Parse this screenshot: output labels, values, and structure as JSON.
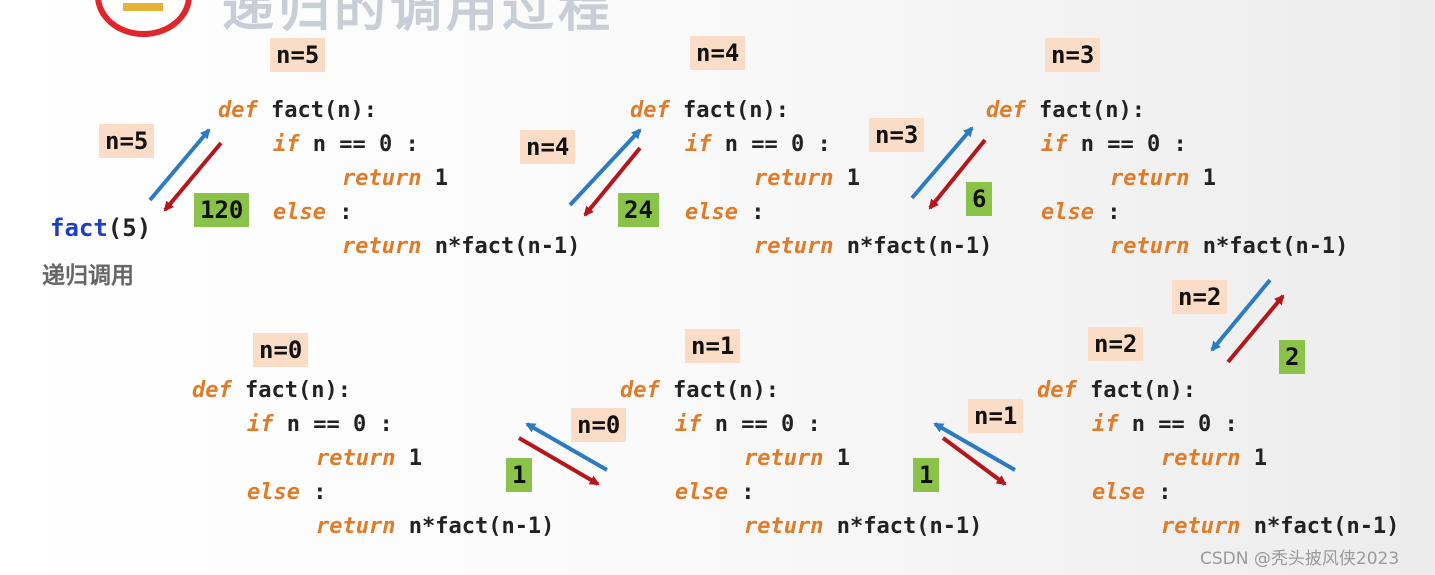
{
  "title": "递归的调用过程",
  "call": {
    "fn": "fact",
    "arg": "(5)",
    "caption": "递归调用"
  },
  "frames": [
    {
      "label": "n=5",
      "lines": [
        [
          "def",
          " fact(n):"
        ],
        [
          "if",
          " n == 0 :"
        ],
        [
          "return",
          " 1"
        ],
        [
          "else",
          " :"
        ],
        [
          "return",
          " n*fact(n-1)"
        ]
      ]
    },
    {
      "label": "n=4",
      "lines": [
        [
          "def",
          " fact(n):"
        ],
        [
          "if",
          " n == 0 :"
        ],
        [
          "return",
          " 1"
        ],
        [
          "else",
          " :"
        ],
        [
          "return",
          " n*fact(n-1)"
        ]
      ]
    },
    {
      "label": "n=3",
      "lines": [
        [
          "def",
          " fact(n):"
        ],
        [
          "if",
          " n == 0 :"
        ],
        [
          "return",
          " 1"
        ],
        [
          "else",
          " :"
        ],
        [
          "return",
          " n*fact(n-1)"
        ]
      ]
    },
    {
      "label": "n=0",
      "lines": [
        [
          "def",
          " fact(n):"
        ],
        [
          "if",
          " n == 0 :"
        ],
        [
          "return",
          " 1"
        ],
        [
          "else",
          " :"
        ],
        [
          "return",
          " n*fact(n-1)"
        ]
      ]
    },
    {
      "label": "n=1",
      "lines": [
        [
          "def",
          " fact(n):"
        ],
        [
          "if",
          " n == 0 :"
        ],
        [
          "return",
          " 1"
        ],
        [
          "else",
          " :"
        ],
        [
          "return",
          " n*fact(n-1)"
        ]
      ]
    },
    {
      "label": "n=2",
      "lines": [
        [
          "def",
          " fact(n):"
        ],
        [
          "if",
          " n == 0 :"
        ],
        [
          "return",
          " 1"
        ],
        [
          "else",
          " :"
        ],
        [
          "return",
          " n*fact(n-1)"
        ]
      ]
    }
  ],
  "call_labels": [
    "n=5",
    "n=4",
    "n=3",
    "n=2",
    "n=1",
    "n=0"
  ],
  "return_values": [
    "120",
    "24",
    "6",
    "2",
    "1",
    "1"
  ],
  "colors": {
    "call_arrow": "#2b7bc3",
    "return_arrow": "#b5151b",
    "keyword": "#e07b27",
    "label_bg": "#fbdcc7",
    "return_bg": "#8bc34a"
  },
  "watermark": "CSDN @秃头披风侠2023"
}
